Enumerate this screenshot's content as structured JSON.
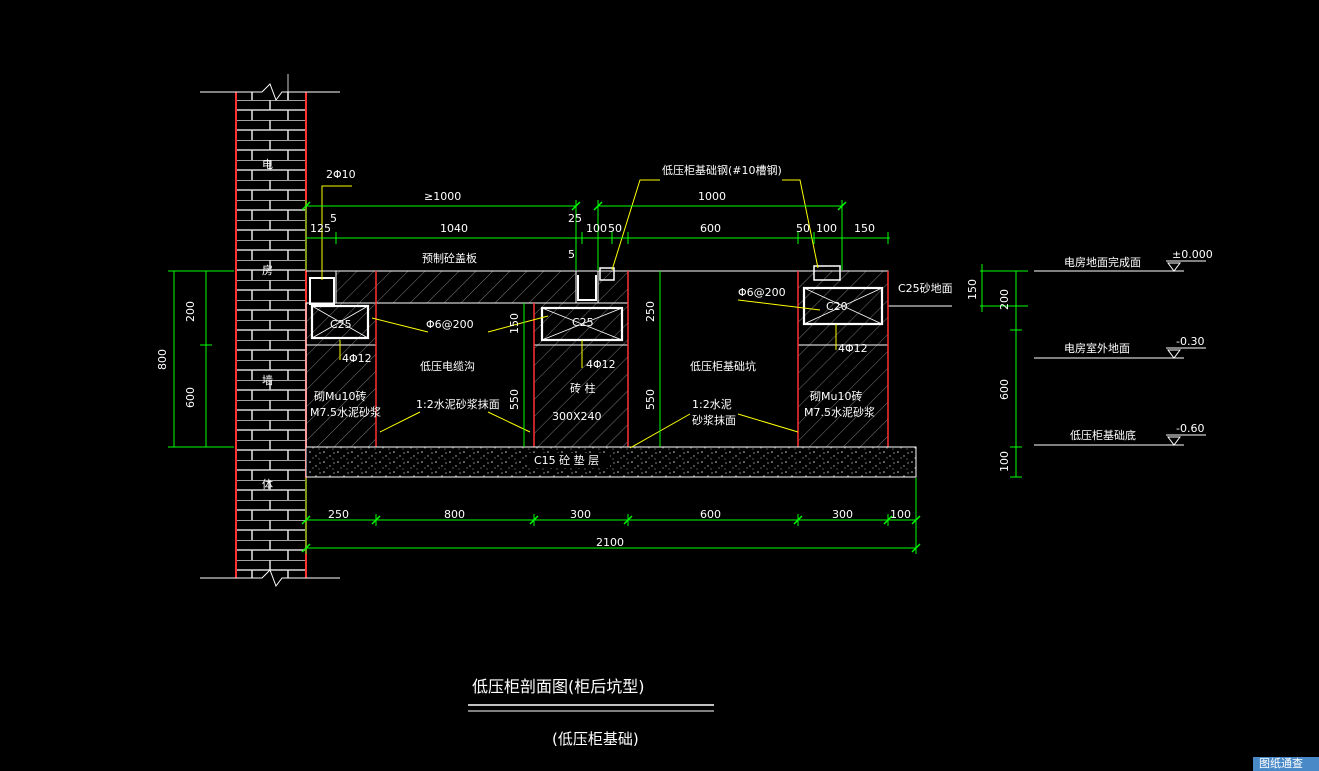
{
  "drawing": {
    "title": "低压柜剖面图(柜后坑型)",
    "subtitle": "(低压柜基础)",
    "wall_label_1": "电",
    "wall_label_2": "房",
    "wall_label_3": "墙",
    "wall_label_4": "体",
    "rebar_2phi10": "2Φ10",
    "ge1000": "≥1000",
    "base_steel": "低压柜基础钢(#10槽钢)",
    "d1000": "1000",
    "d125": "125",
    "d5a": "5",
    "d1040": "1040",
    "d25": "25",
    "d5b": "5",
    "d100a": "100",
    "d50a": "50",
    "d600top": "600",
    "d50b": "50",
    "d100b": "100",
    "d150top": "150",
    "precast_slab": "预制砼盖板",
    "c25_floor": "C25砂地面",
    "phi6_200_a": "Φ6@200",
    "phi6_200_b": "Φ6@200",
    "c25_a": "C25",
    "c25_b": "C25",
    "c25_c": "C20",
    "d150_v1": "150",
    "d250_v": "250",
    "rebar_4phi12_a": "4Φ12",
    "rebar_4phi12_b": "4Φ12",
    "rebar_4phi12_c": "4Φ12",
    "cable_trench": "低压电缆沟",
    "pit": "低压柜基础坑",
    "brick_l1": "砌Mu10砖",
    "brick_l2": "M7.5水泥砂浆",
    "brick_r1": "砌Mu10砖",
    "brick_r2": "M7.5水泥砂浆",
    "plaster_a": "1:2水泥砂浆抹面",
    "plaster_b1": "1:2水泥",
    "plaster_b2": "砂浆抹面",
    "pillar": "砖 柱",
    "pillar_size": "300X240",
    "d550a": "550",
    "d550b": "550",
    "cushion": "C15 砼 垫 层",
    "d200_left": "200",
    "d600_left": "600",
    "d800_left": "800",
    "d250b": "250",
    "d800b": "800",
    "d300a": "300",
    "d600b": "600",
    "d300b": "300",
    "d100c": "100",
    "d2100": "2100",
    "d150_right": "150",
    "d200_right": "200",
    "d600_right": "600",
    "d100_right": "100",
    "lvl1_label": "电房地面完成面",
    "lvl1_val": "±0.000",
    "lvl2_label": "电房室外地面",
    "lvl2_val": "-0.30",
    "lvl3_label": "低压柜基础底",
    "lvl3_val": "-0.60"
  },
  "ui": {
    "corner_button": "图纸通查"
  },
  "colors": {
    "background": "#000000",
    "dim": "#00ff00",
    "line": "#ffffff",
    "wall_red": "#ff0000",
    "leader": "#ffff00"
  }
}
